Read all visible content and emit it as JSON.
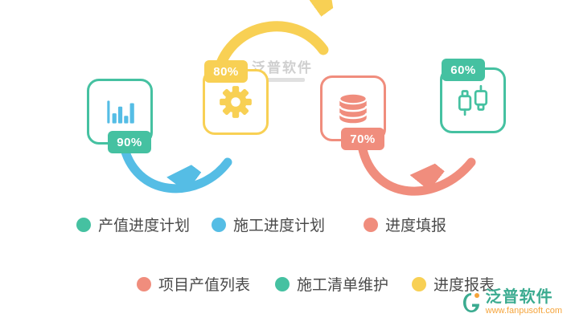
{
  "colors": {
    "teal": "#45c1a1",
    "blue": "#55bde5",
    "yellow": "#f8d054",
    "salmon": "#f08d7d",
    "text": "#4a4a4a",
    "watermark": "#a8a8a8",
    "logo_teal": "#3bab90",
    "logo_orange": "#f5a43b"
  },
  "cards": [
    {
      "id": "bar-chart",
      "badge": "90%",
      "color": "teal",
      "badge_position": "bottom"
    },
    {
      "id": "gear",
      "badge": "80%",
      "color": "yellow",
      "badge_position": "top"
    },
    {
      "id": "database",
      "badge": "70%",
      "color": "salmon",
      "badge_position": "bottom"
    },
    {
      "id": "usb-cable",
      "badge": "60%",
      "color": "teal",
      "badge_position": "top"
    }
  ],
  "legend": {
    "row1": [
      {
        "label": "产值进度计划",
        "color": "teal"
      },
      {
        "label": "施工进度计划",
        "color": "blue"
      },
      {
        "label": "进度填报",
        "color": "salmon"
      }
    ],
    "row2": [
      {
        "label": "项目产值列表",
        "color": "salmon"
      },
      {
        "label": "施工清单维护",
        "color": "teal"
      },
      {
        "label": "进度报表",
        "color": "yellow"
      }
    ]
  },
  "watermark": {
    "text": "泛普软件"
  },
  "logo": {
    "title": "泛普软件",
    "url": "www.fanpusoft.com"
  }
}
